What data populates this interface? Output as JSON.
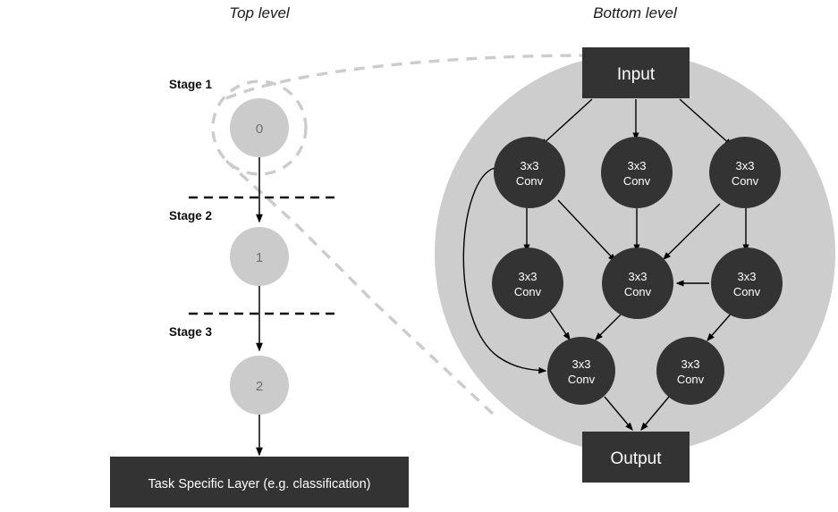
{
  "titles": {
    "top_level": "Top level",
    "bottom_level": "Bottom level"
  },
  "top_level": {
    "stages": [
      {
        "label": "Stage 1",
        "node": "0"
      },
      {
        "label": "Stage 2",
        "node": "1"
      },
      {
        "label": "Stage 3",
        "node": "2"
      }
    ],
    "task_layer": "Task Specific Layer (e.g. classification)"
  },
  "bottom_level": {
    "input": "Input",
    "output": "Output",
    "conv_line1": "3x3",
    "conv_line2": "Conv",
    "nodes": [
      {
        "id": "c1",
        "line1": "3x3",
        "line2": "Conv"
      },
      {
        "id": "c2",
        "line1": "3x3",
        "line2": "Conv"
      },
      {
        "id": "c3",
        "line1": "3x3",
        "line2": "Conv"
      },
      {
        "id": "c4",
        "line1": "3x3",
        "line2": "Conv"
      },
      {
        "id": "c5",
        "line1": "3x3",
        "line2": "Conv"
      },
      {
        "id": "c6",
        "line1": "3x3",
        "line2": "Conv"
      },
      {
        "id": "c7",
        "line1": "3x3",
        "line2": "Conv"
      },
      {
        "id": "c8",
        "line1": "3x3",
        "line2": "Conv"
      }
    ]
  },
  "colors": {
    "dark_node": "#333333",
    "blob_gray": "#cdcdcd",
    "top_circle_gray": "#cbcbcb",
    "dash_gray": "#cccccc",
    "background": "#ffffff"
  }
}
